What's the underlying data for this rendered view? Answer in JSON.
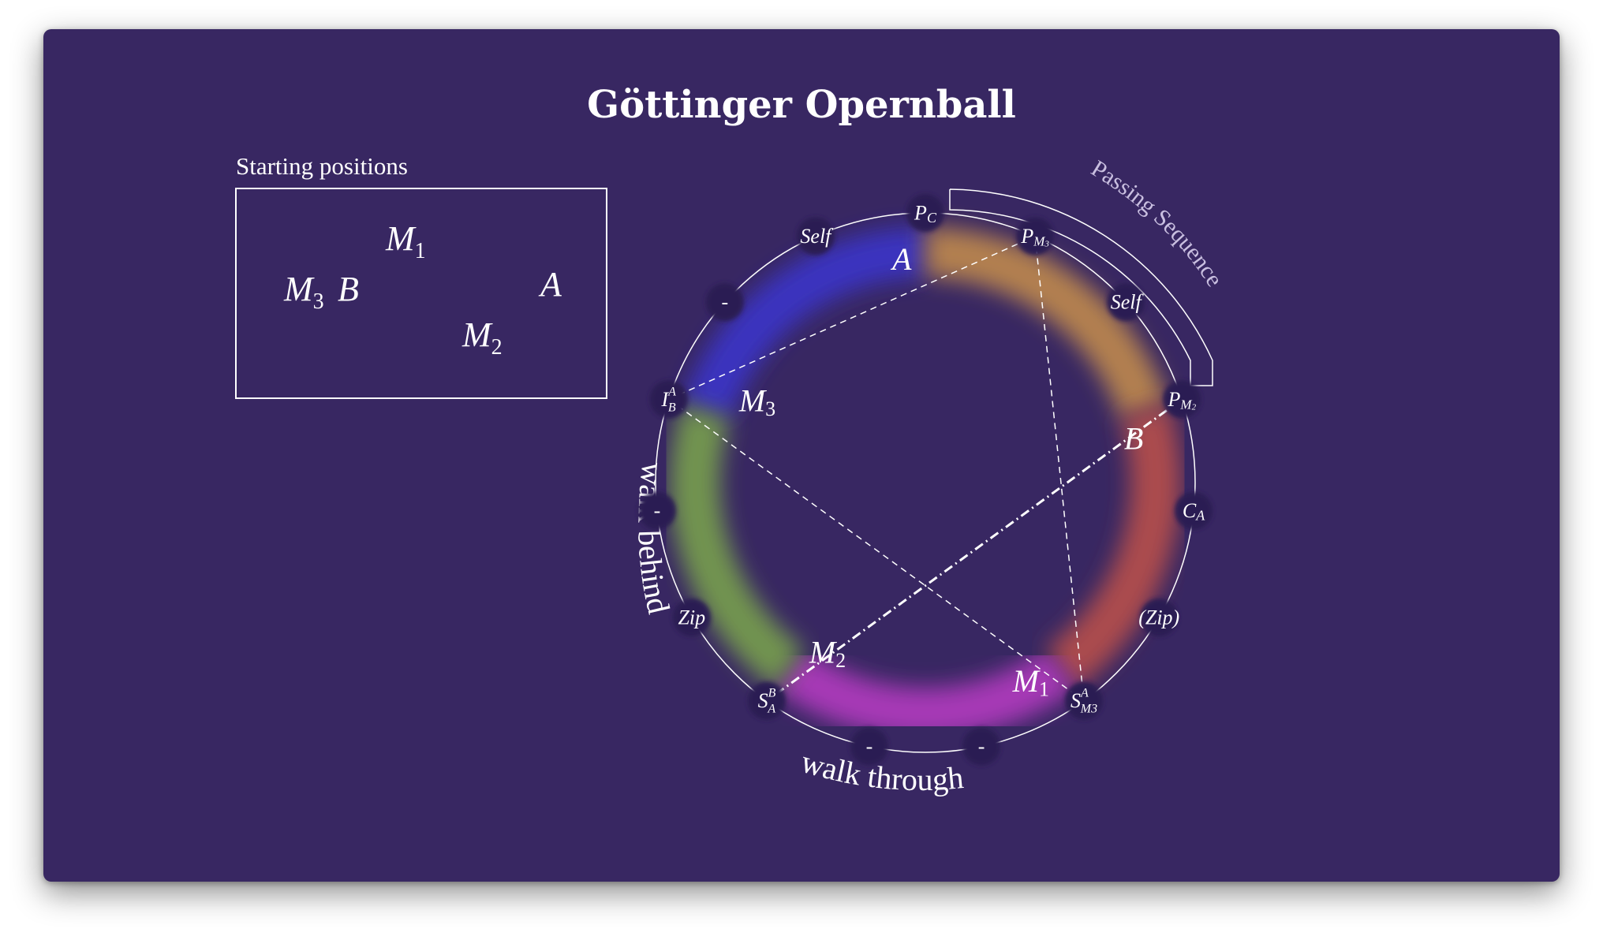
{
  "title": "Göttinger Opernball",
  "starting_positions": {
    "label": "Starting positions",
    "dancers": [
      {
        "letter": "M",
        "sub": "1"
      },
      {
        "letter": "M",
        "sub": "3"
      },
      {
        "letter": "B",
        "sub": ""
      },
      {
        "letter": "A",
        "sub": ""
      },
      {
        "letter": "M",
        "sub": "2"
      }
    ]
  },
  "circle": {
    "bracket_label": "Passing Sequence",
    "walk_behind_label": "walk behind",
    "walk_through_label": "walk through",
    "segments": [
      {
        "color": "#3b34c9",
        "from_deg": 198,
        "to_deg": 270
      },
      {
        "color": "#c08a4e",
        "from_deg": 270,
        "to_deg": 342
      },
      {
        "color": "#b8504a",
        "from_deg": 342,
        "to_deg": 414
      },
      {
        "color": "#b13cbf",
        "from_deg": 414,
        "to_deg": 486
      },
      {
        "color": "#78a04e",
        "from_deg": 486,
        "to_deg": 558
      }
    ],
    "nodes": [
      {
        "label": "Pc",
        "angle_deg": 270
      },
      {
        "label": "PM3",
        "angle_deg": 294
      },
      {
        "label": "Self",
        "angle_deg": 318
      },
      {
        "label": "PM2",
        "angle_deg": 342
      },
      {
        "label": "CA",
        "angle_deg": 6
      },
      {
        "label": "(Zip)",
        "angle_deg": 30
      },
      {
        "label": "SM3A",
        "angle_deg": 54
      },
      {
        "label": "-",
        "angle_deg": 78
      },
      {
        "label": "-",
        "angle_deg": 102
      },
      {
        "label": "SAB",
        "angle_deg": 126
      },
      {
        "label": "Zip",
        "angle_deg": 150
      },
      {
        "label": "-",
        "angle_deg": 174
      },
      {
        "label": "IBA",
        "angle_deg": 198
      },
      {
        "label": "-",
        "angle_deg": 222
      },
      {
        "label": "Self",
        "angle_deg": 246
      }
    ],
    "dancers": [
      {
        "letter": "A",
        "sub": ""
      },
      {
        "letter": "B",
        "sub": ""
      },
      {
        "letter": "M",
        "sub": "1"
      },
      {
        "letter": "M",
        "sub": "2"
      },
      {
        "letter": "M",
        "sub": "3"
      }
    ],
    "chords": [
      {
        "from_deg": 198,
        "to_deg": 294,
        "style": "dashed"
      },
      {
        "from_deg": 198,
        "to_deg": 54,
        "style": "dashed"
      },
      {
        "from_deg": 294,
        "to_deg": 54,
        "style": "dashed"
      },
      {
        "from_deg": 342,
        "to_deg": 126,
        "style": "dashdot"
      }
    ]
  }
}
